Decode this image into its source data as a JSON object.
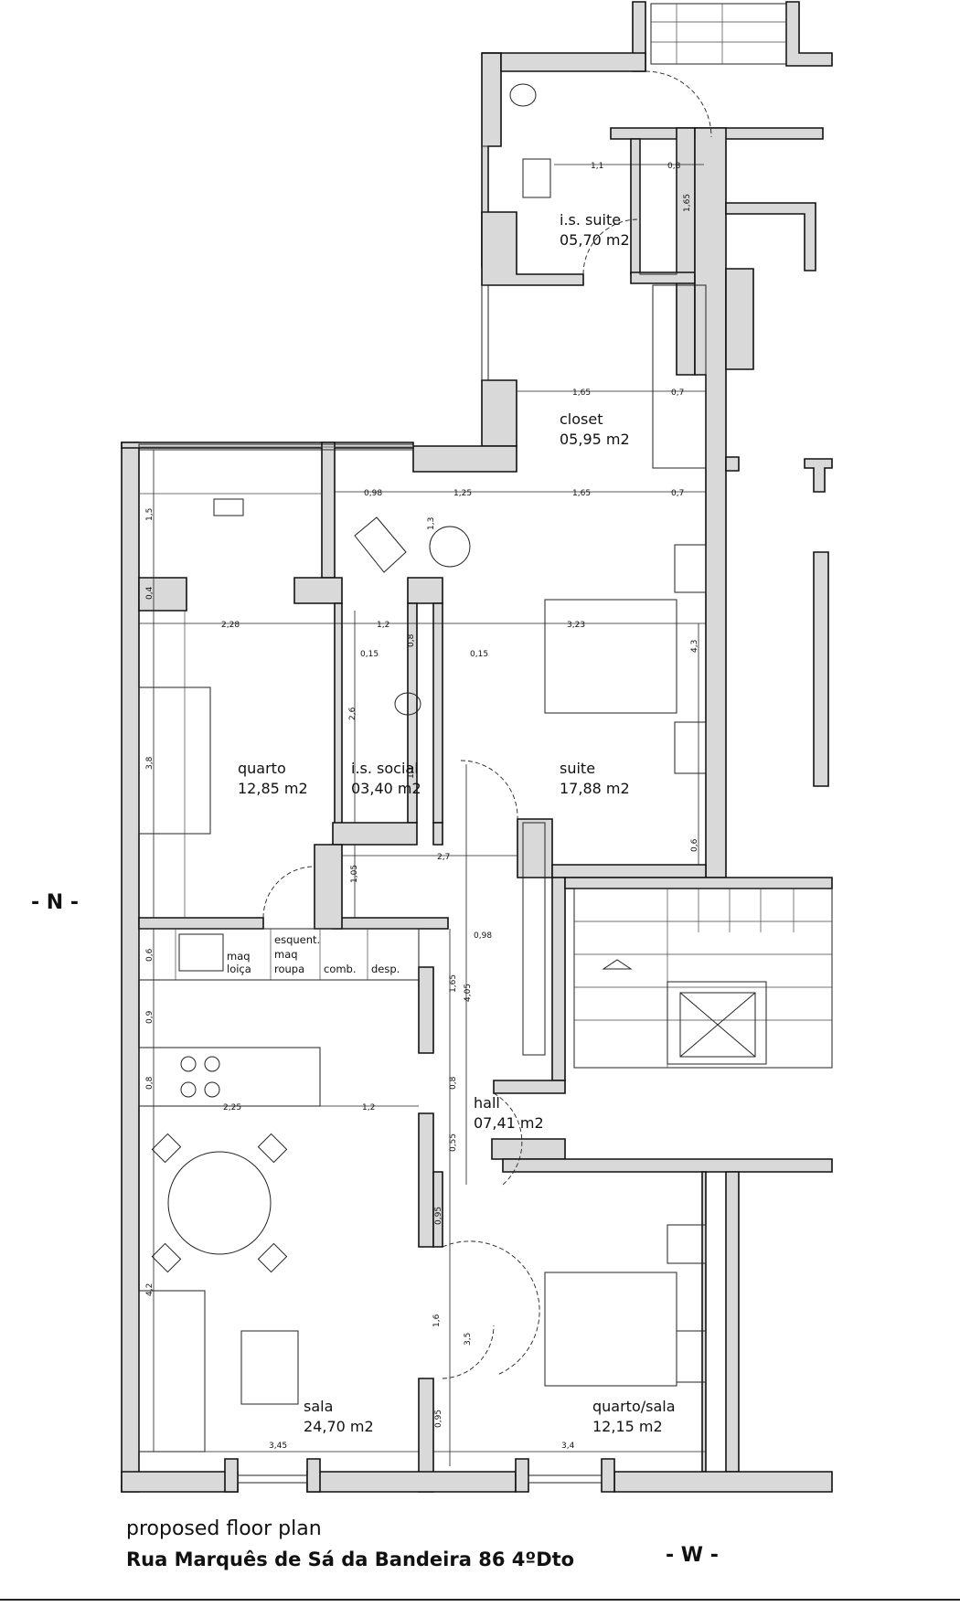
{
  "orientation": {
    "north": "- N -",
    "west": "- W -"
  },
  "title": {
    "line1": "proposed floor plan",
    "line2": "Rua Marquês de Sá da Bandeira 86 4ºDto"
  },
  "rooms": [
    {
      "id": "is_suite",
      "name": "i.s. suite",
      "area": "05,70 m2"
    },
    {
      "id": "closet",
      "name": "closet",
      "area": "05,95 m2"
    },
    {
      "id": "quarto",
      "name": "quarto",
      "area": "12,85 m2"
    },
    {
      "id": "is_social",
      "name": "i.s. social",
      "area": "03,40 m2"
    },
    {
      "id": "suite",
      "name": "suite",
      "area": "17,88 m2"
    },
    {
      "id": "hall",
      "name": "hall",
      "area": "07,41 m2"
    },
    {
      "id": "sala",
      "name": "sala",
      "area": "24,70 m2"
    },
    {
      "id": "quarto_sala",
      "name": "quarto/sala",
      "area": "12,15 m2"
    }
  ],
  "fixtures": {
    "maq_loica": [
      "maq",
      "loiça"
    ],
    "esquent": [
      "esquent.",
      "maq",
      "roupa"
    ],
    "comb": "comb.",
    "desp": "desp."
  },
  "dimensions": [
    "1,1",
    "0,8",
    "1,65",
    "1,65",
    "0,7",
    "0,98",
    "1,25",
    "1,65",
    "0,7",
    "1,3",
    "1,5",
    "0,4",
    "2,28",
    "1,2",
    "3,23",
    "0,15",
    "0,8",
    "0,15",
    "4,3",
    "2,6",
    "1,1",
    "3,8",
    "0,6",
    "2,7",
    "1,05",
    "0,98",
    "0,6",
    "0,9",
    "1,65",
    "4,05",
    "0,8",
    "2,25",
    "1,2",
    "0,8",
    "0,55",
    "0,95",
    "4,2",
    "1,6",
    "3,5",
    "0,95",
    "3,45",
    "3,4"
  ]
}
